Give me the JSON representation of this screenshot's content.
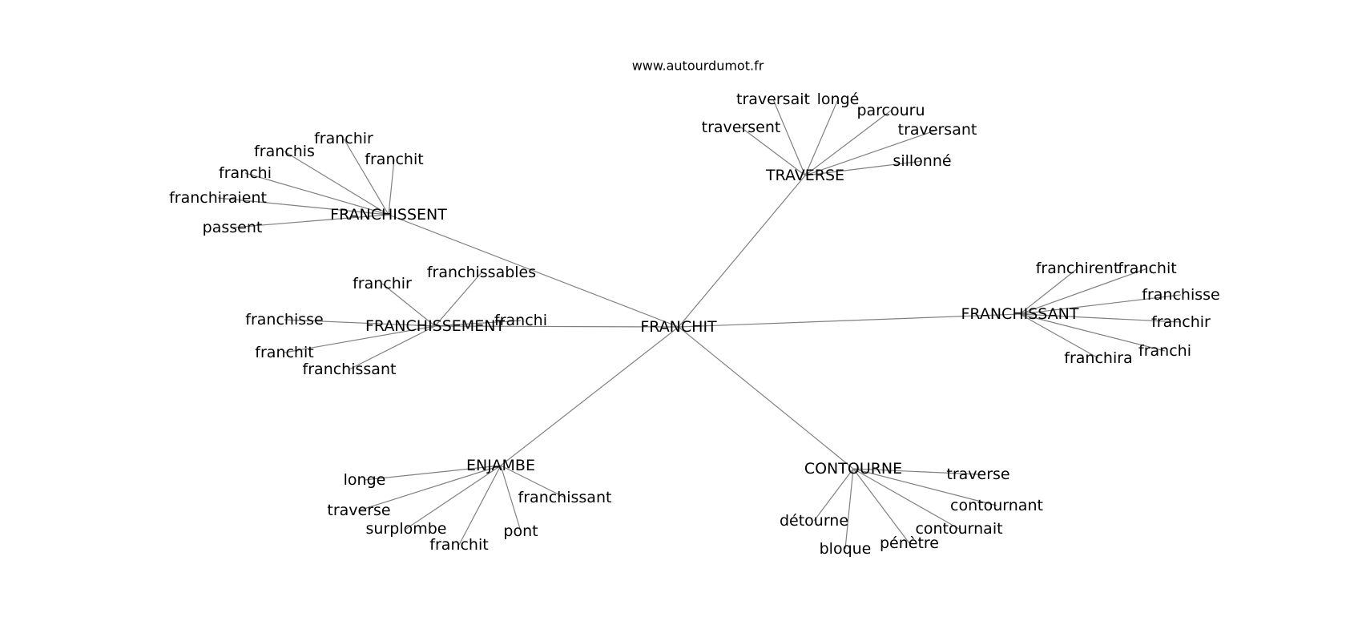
{
  "site_url": "www.autourdumot.fr",
  "center": "FRANCHIT",
  "clusters": [
    {
      "hub": "FRANCHISSENT",
      "leaves": [
        "franchir",
        "franchis",
        "franchit",
        "franchi",
        "franchiraient",
        "passent"
      ]
    },
    {
      "hub": "TRAVERSE",
      "leaves": [
        "traversait",
        "longé",
        "traversent",
        "parcouru",
        "traversant",
        "sillonné"
      ]
    },
    {
      "hub": "FRANCHISSEMENT",
      "leaves": [
        "franchir",
        "franchissables",
        "franchisse",
        "franchi",
        "franchit",
        "franchissant"
      ]
    },
    {
      "hub": "FRANCHISSANT",
      "leaves": [
        "franchirent",
        "franchit",
        "franchisse",
        "franchir",
        "franchi",
        "franchira"
      ]
    },
    {
      "hub": "ENJAMBE",
      "leaves": [
        "longe",
        "traverse",
        "surplombe",
        "franchit",
        "pont",
        "franchissant"
      ]
    },
    {
      "hub": "CONTOURNE",
      "leaves": [
        "traverse",
        "contournant",
        "détourne",
        "contournait",
        "bloque",
        "pénètre"
      ]
    }
  ]
}
